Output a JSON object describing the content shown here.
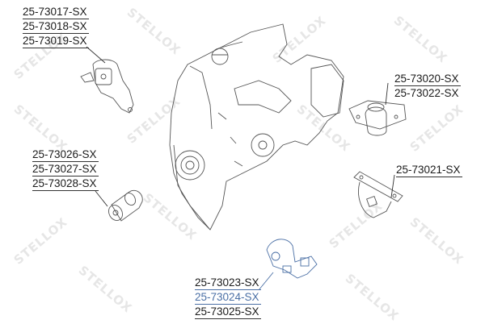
{
  "diagram": {
    "watermark": "STELLOX",
    "highlight_color": "#4a6fa5",
    "groups": [
      {
        "id": "top-left",
        "labels": [
          "25-73017-SX",
          "25-73018-SX",
          "25-73019-SX"
        ],
        "part": "rear engine mount"
      },
      {
        "id": "right-top",
        "labels": [
          "25-73020-SX",
          "25-73022-SX"
        ],
        "part": "engine mount with flange"
      },
      {
        "id": "right-middle",
        "labels": [
          "25-73021-SX"
        ],
        "part": "bracket mount"
      },
      {
        "id": "left-middle",
        "labels": [
          "25-73026-SX",
          "25-73027-SX",
          "25-73028-SX"
        ],
        "part": "bushing"
      },
      {
        "id": "bottom",
        "labels": [
          "25-73023-SX",
          "25-73024-SX",
          "25-73025-SX"
        ],
        "part": "front engine mount",
        "highlighted": "25-73024-SX"
      }
    ],
    "center_part": "engine"
  }
}
